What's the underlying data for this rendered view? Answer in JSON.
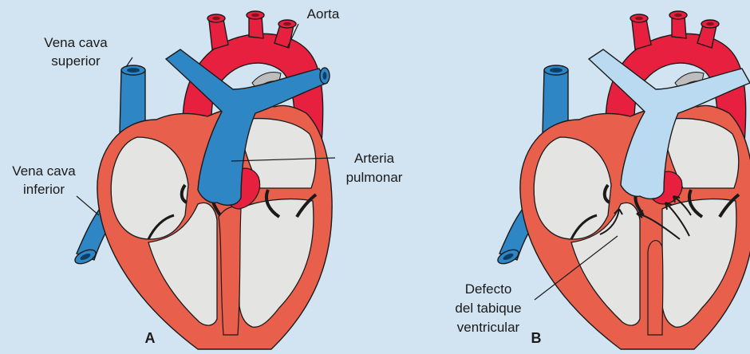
{
  "colors": {
    "background": "#d2e3f1",
    "myocardium": "#e8604c",
    "chamber": "#e4e4e2",
    "aorta": "#e8203f",
    "vein": "#2f86c5",
    "pulmonary_artery_B": "#b9daf1",
    "outline": "#1a1a1a"
  },
  "panel_a": {
    "letter": "A",
    "labels": {
      "svc_line1": "Vena cava",
      "svc_line2": "superior",
      "aorta": "Aorta",
      "ivc_line1": "Vena cava",
      "ivc_line2": "inferior",
      "pa_line1": "Arteria",
      "pa_line2": "pulmonar"
    }
  },
  "panel_b": {
    "letter": "B",
    "labels": {
      "vsd_line1": "Defecto",
      "vsd_line2": "del tabique",
      "vsd_line3": "ventricular"
    }
  }
}
